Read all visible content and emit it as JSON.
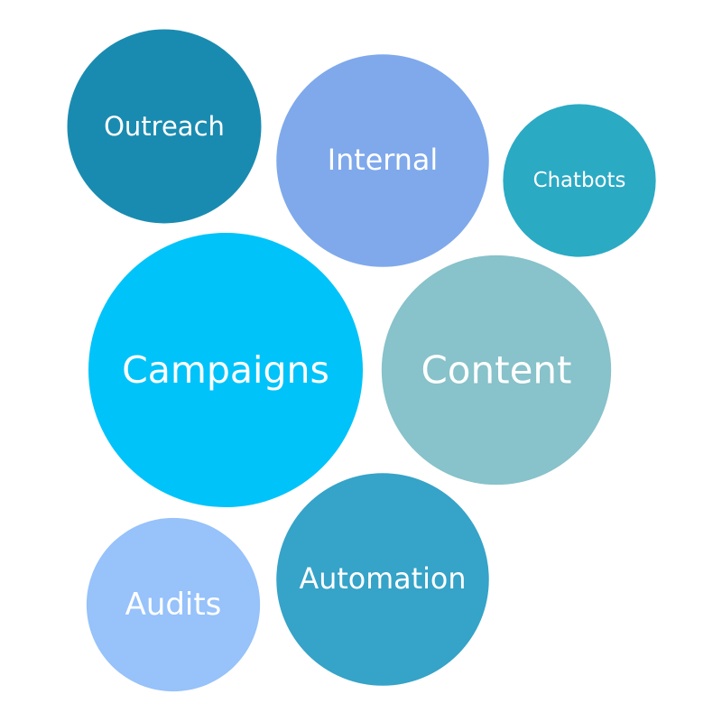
{
  "chart_data": {
    "type": "bubble",
    "title": "",
    "legend": "none",
    "note": "Packed bubble chart; no numeric labels shown. Values are relative sizes estimated from bubble area (radius squared, normalized to Campaigns = 100).",
    "bubbles": [
      {
        "label": "Outreach",
        "value": 50,
        "color": "#1A8BB0"
      },
      {
        "label": "Internal",
        "value": 60,
        "color": "#7FA9EB"
      },
      {
        "label": "Chatbots",
        "value": 31,
        "color": "#2BAAC4"
      },
      {
        "label": "Campaigns",
        "value": 100,
        "color": "#00C3FA"
      },
      {
        "label": "Content",
        "value": 70,
        "color": "#88C2CA"
      },
      {
        "label": "Automation",
        "value": 60,
        "color": "#36A3C8"
      },
      {
        "label": "Audits",
        "value": 40,
        "color": "#97C2FA"
      }
    ]
  }
}
